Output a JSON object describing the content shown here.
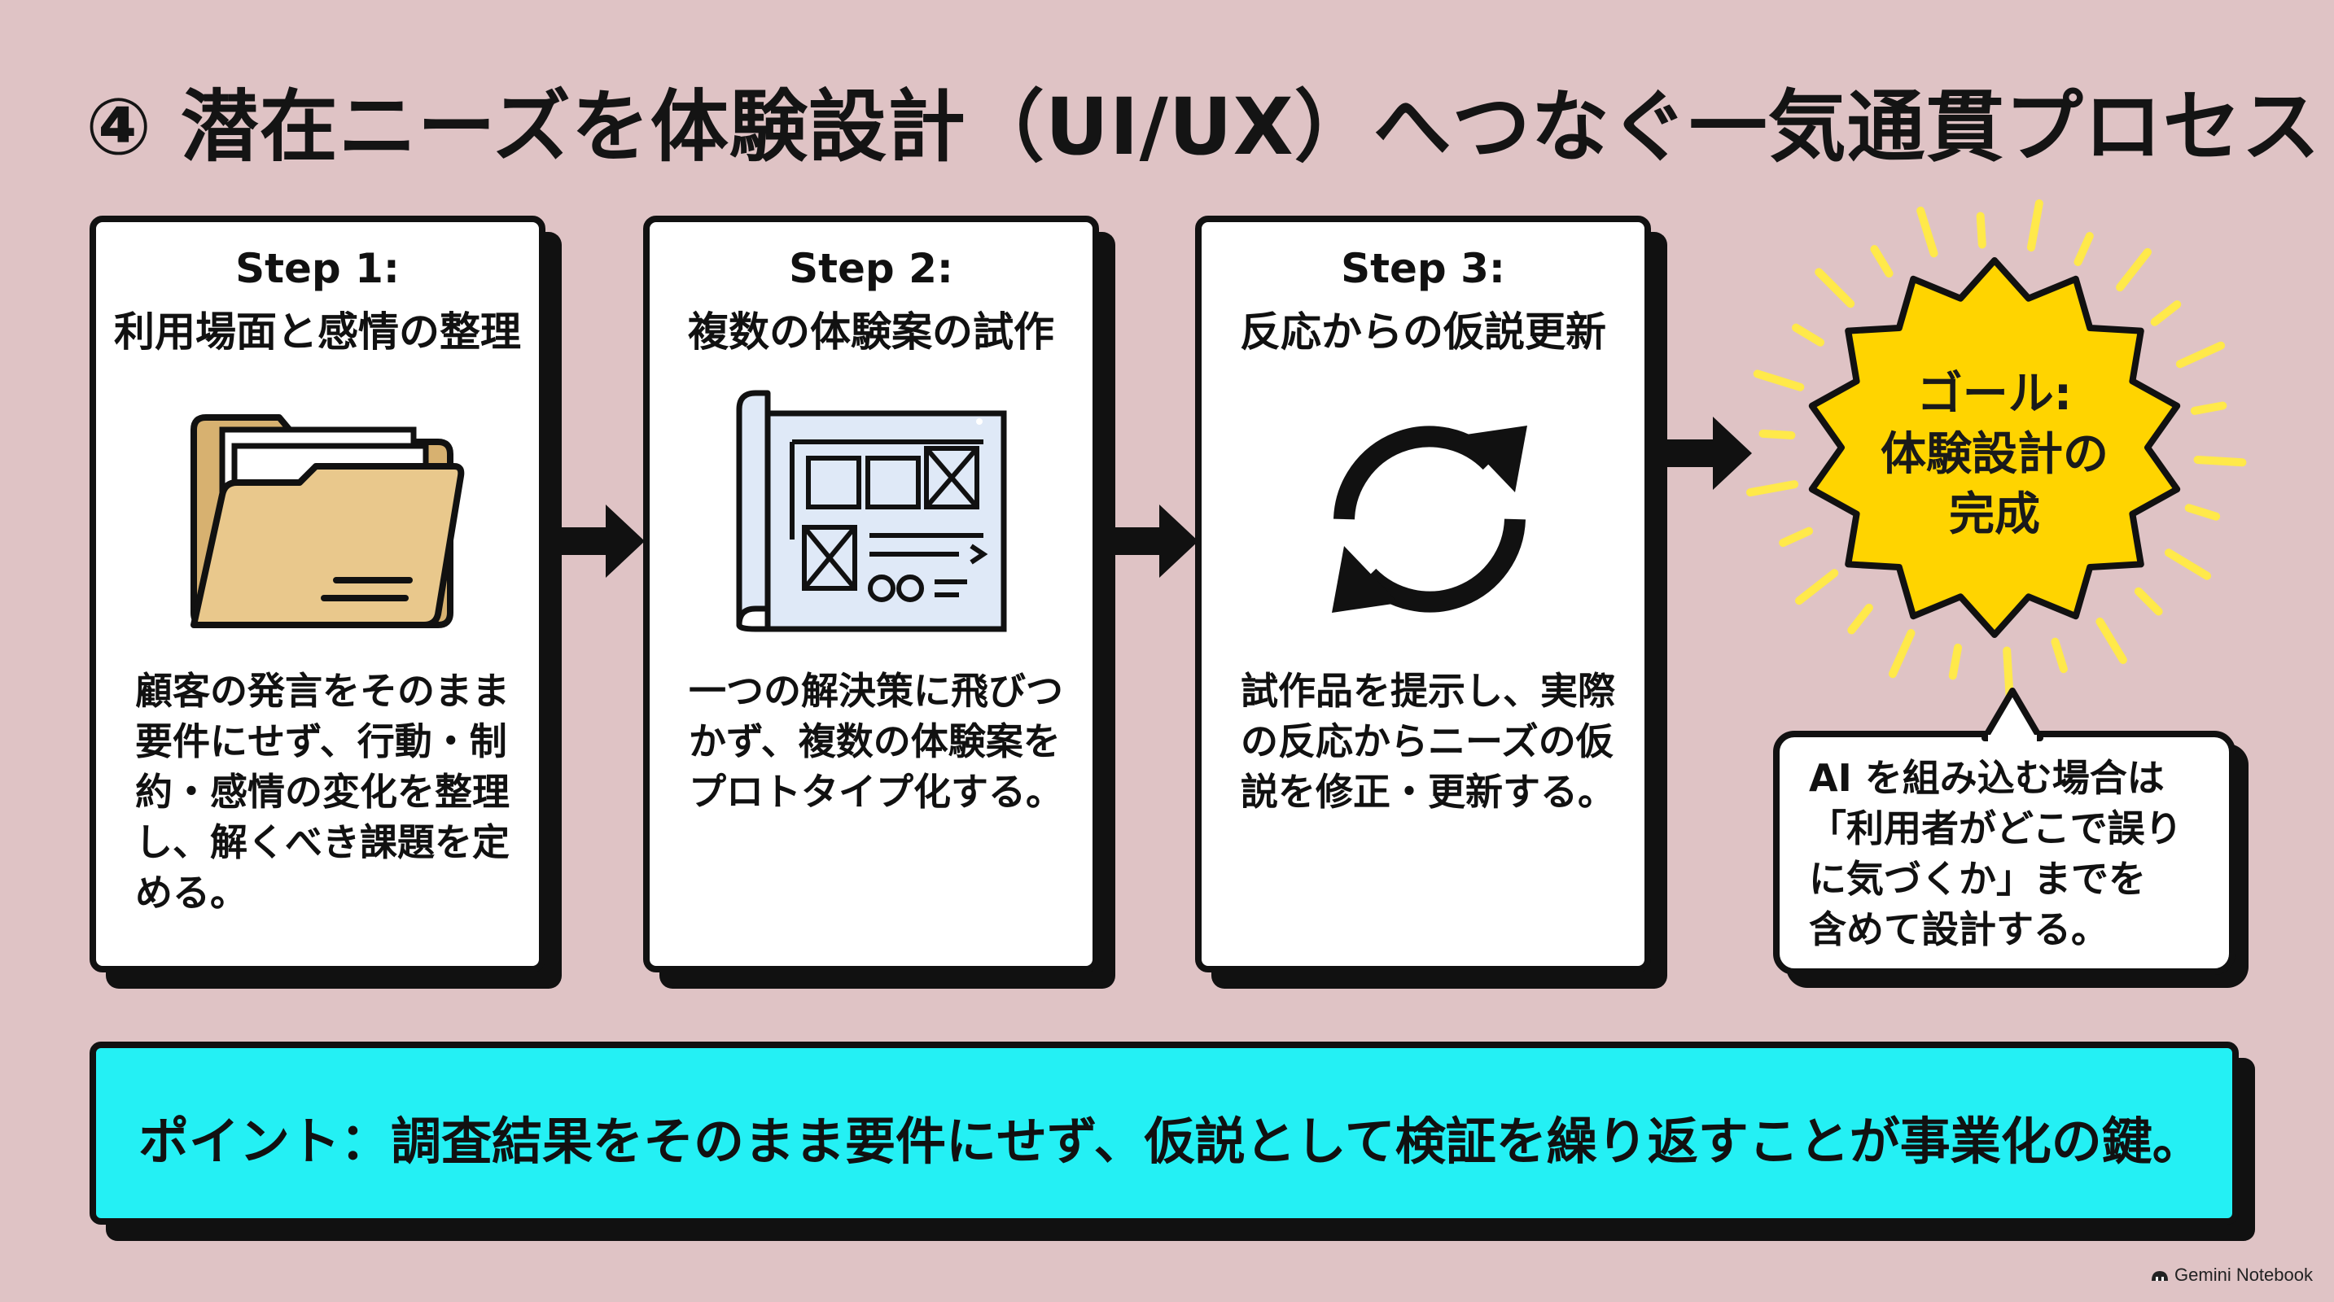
{
  "title": "④ 潜在ニーズを体験設計（UI/UX）へつなぐ一気通貫プロセス",
  "steps": [
    {
      "step": "Step 1:",
      "heading": "利用場面と感情の整理",
      "icon": "folder-icon",
      "body": [
        "顧客の発言をそのまま",
        "要件にせず、行動・制",
        "約・感情の変化を整理",
        "し、解くべき課題を定",
        "める。"
      ]
    },
    {
      "step": "Step 2:",
      "heading": "複数の体験案の試作",
      "icon": "wireframe-blueprint-icon",
      "body": [
        "一つの解決策に飛びつ",
        "かず、複数の体験案を",
        "プロトタイプ化する。"
      ]
    },
    {
      "step": "Step 3:",
      "heading": "反応からの仮説更新",
      "icon": "refresh-cycle-icon",
      "body": [
        "試作品を提示し、実際",
        "の反応からニーズの仮",
        "説を修正・更新する。"
      ]
    },
    {
      "step": "",
      "heading": "",
      "icon": "",
      "body": []
    }
  ],
  "goal": {
    "lines": [
      "ゴール:",
      "体験設計の",
      "完成"
    ],
    "icon": "sunburst-icon"
  },
  "note": {
    "lines": [
      "AI を組み込む場合は",
      "「利用者がどこで誤り",
      "に気づくか」までを",
      "含めて設計する。"
    ]
  },
  "point": "ポイント：調査結果をそのまま要件にせず、仮説として検証を繰り返すことが事業化の鍵。",
  "footer": "Gemini Notebook",
  "colors": {
    "background": "#dfc3c5",
    "point_band": "#24f0f4",
    "goal_star": "#ffd400",
    "folder": "#e9c88c",
    "blueprint": "#dfe9f7"
  }
}
